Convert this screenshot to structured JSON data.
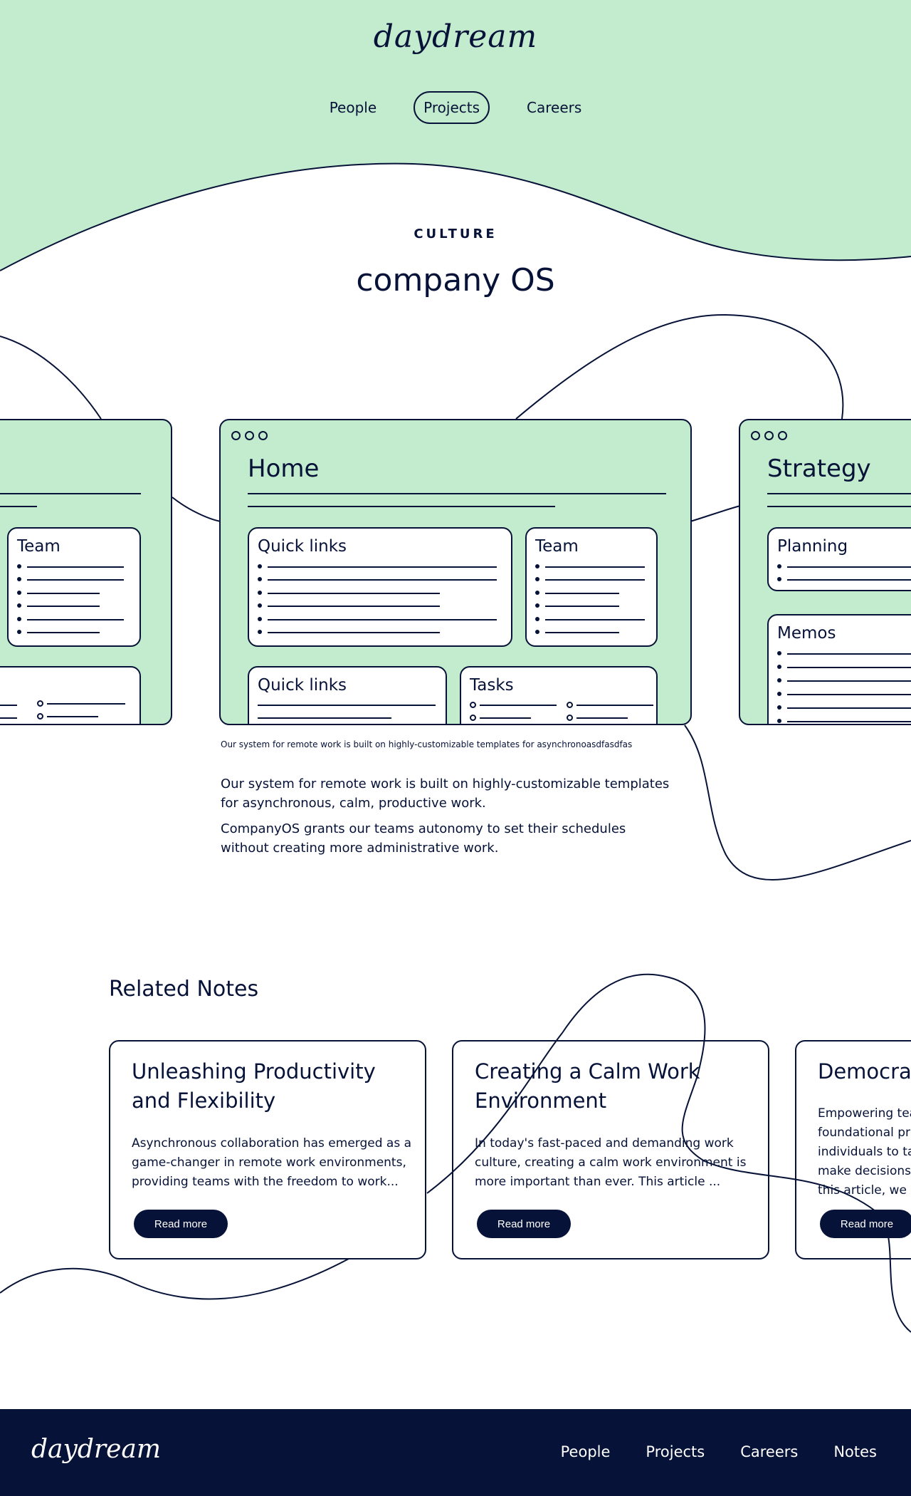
{
  "brand": {
    "logo": "daydream"
  },
  "nav": {
    "items": [
      "People",
      "Projects",
      "Careers"
    ],
    "active": "Projects"
  },
  "hero": {
    "eyebrow": "CULTURE",
    "title": "company OS"
  },
  "windows": {
    "left": {
      "card_team": "Team"
    },
    "home": {
      "title": "Home",
      "card_quick_links": "Quick links",
      "card_team": "Team",
      "card_quick_links_2": "Quick links",
      "card_tasks": "Tasks"
    },
    "strategy": {
      "title": "Strategy",
      "card_planning": "Planning",
      "card_memos": "Memos"
    }
  },
  "caption": "Our system for remote work is built on highly-customizable templates for asynchronoasdfasdfas",
  "paragraphs": [
    "Our system for remote work is built on highly-customizable templates for asynchronous, calm, productive work.",
    "CompanyOS grants our teams autonomy to set their schedules without creating more administrative work."
  ],
  "related": {
    "title": "Related Notes",
    "notes": [
      {
        "title": "Unleashing Productivity and Flexibility",
        "excerpt": "Asynchronous collaboration has emerged as a game-changer in remote work environments, providing teams with the freedom to work...",
        "cta": "Read more"
      },
      {
        "title": "Creating a Calm Work Environment",
        "excerpt": "In today's fast-paced and demanding work culture, creating a calm work environment is more important than ever. This article ...",
        "cta": "Read more"
      },
      {
        "title": "Democrat",
        "excerpt": "Empowering tea foundational pri individuals to tal make decisions In this article, we",
        "cta": "Read more"
      }
    ]
  },
  "footer": {
    "logo": "daydream",
    "nav": [
      "People",
      "Projects",
      "Careers",
      "Notes"
    ]
  },
  "colors": {
    "mint": "#c3ebce",
    "navy": "#061237",
    "white": "#ffffff"
  }
}
